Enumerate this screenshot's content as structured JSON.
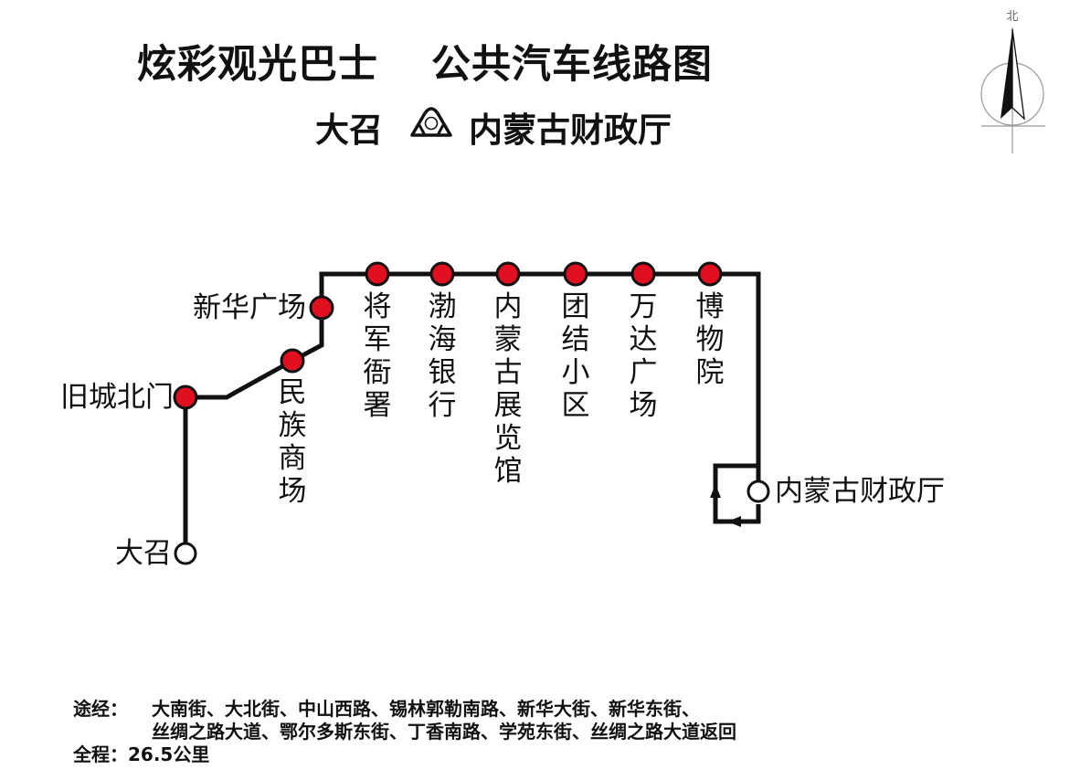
{
  "header": {
    "title_left": "炫彩观光巴士",
    "title_right": "公共汽车线路图",
    "from": "大召",
    "to": "内蒙古财政厅",
    "loop_icon": "loop-icon"
  },
  "compass": {
    "north_label": "北",
    "icon": "compass-north-arrow-icon"
  },
  "route": {
    "line_color": "#111111",
    "stop_color": "#e01020",
    "terminal_fill": "#ffffff",
    "stops": [
      {
        "name": "大召",
        "type": "terminal"
      },
      {
        "name": "旧城北门",
        "type": "stop"
      },
      {
        "name": "民族商场",
        "type": "stop"
      },
      {
        "name": "新华广场",
        "type": "stop"
      },
      {
        "name": "将军衙署",
        "type": "stop"
      },
      {
        "name": "渤海银行",
        "type": "stop"
      },
      {
        "name": "内蒙古展览馆",
        "type": "stop"
      },
      {
        "name": "团结小区",
        "type": "stop"
      },
      {
        "name": "万达广场",
        "type": "stop"
      },
      {
        "name": "博物院",
        "type": "stop"
      },
      {
        "name": "内蒙古财政厅",
        "type": "terminal"
      }
    ]
  },
  "notes": {
    "via_label": "途经：",
    "via_line1": "大南街、大北街、中山西路、锡林郭勒南路、新华大街、新华东街、",
    "via_line2": "丝绸之路大道、鄂尔多斯东街、丁香南路、学苑东街、丝绸之路大道返回",
    "length_label": "全程：",
    "length_value": "26.5公里"
  }
}
